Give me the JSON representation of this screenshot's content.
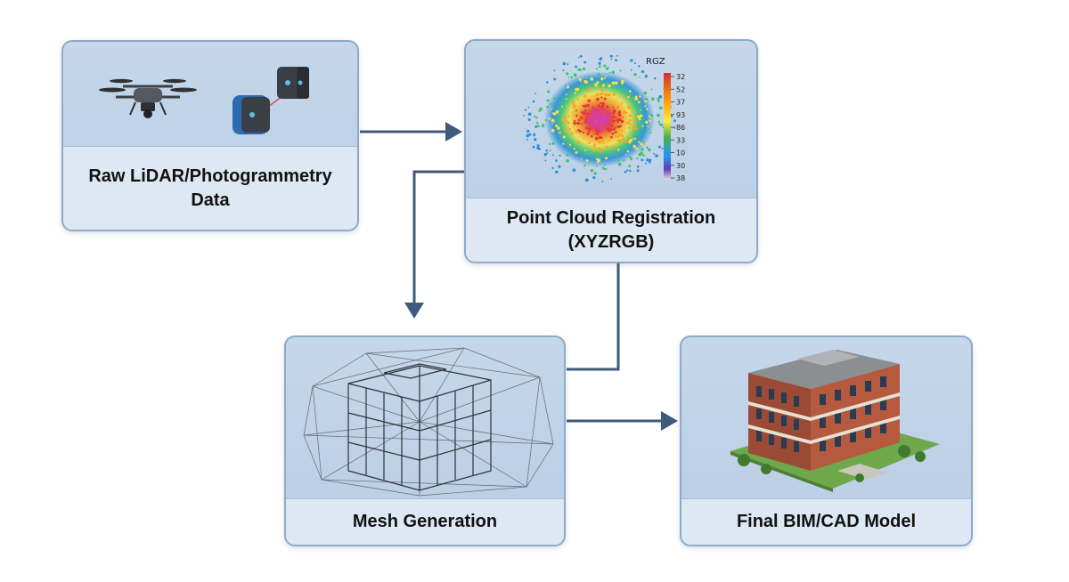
{
  "nodes": {
    "raw": {
      "label_line1": "Raw LiDAR/Photogrammetry",
      "label_line2": "Data",
      "icons": [
        "drone-icon",
        "lidar-scanner-icon"
      ]
    },
    "pcr": {
      "label_line1": "Point Cloud Registration",
      "label_line2": "(XYZRGB)",
      "scale_title": "RGZ",
      "scale_ticks": [
        "32",
        "52",
        "37",
        "93",
        "86",
        "33",
        "10",
        "30",
        "38"
      ]
    },
    "mesh": {
      "label": "Mesh Generation",
      "icon": "wireframe-mesh-icon"
    },
    "bim": {
      "label": "Final BIM/CAD Model",
      "icon": "building-model-icon"
    }
  },
  "edges": [
    {
      "from": "raw",
      "to": "pcr"
    },
    {
      "from": "pcr",
      "to": "mesh"
    },
    {
      "from": "pcr",
      "to": "mesh-right"
    },
    {
      "from": "mesh",
      "to": "bim"
    }
  ],
  "colors": {
    "card_fill": "#c6d7ea",
    "card_border": "#8fa9c6",
    "label_fill": "#dde8f4",
    "arrow": "#3f5a7a"
  }
}
